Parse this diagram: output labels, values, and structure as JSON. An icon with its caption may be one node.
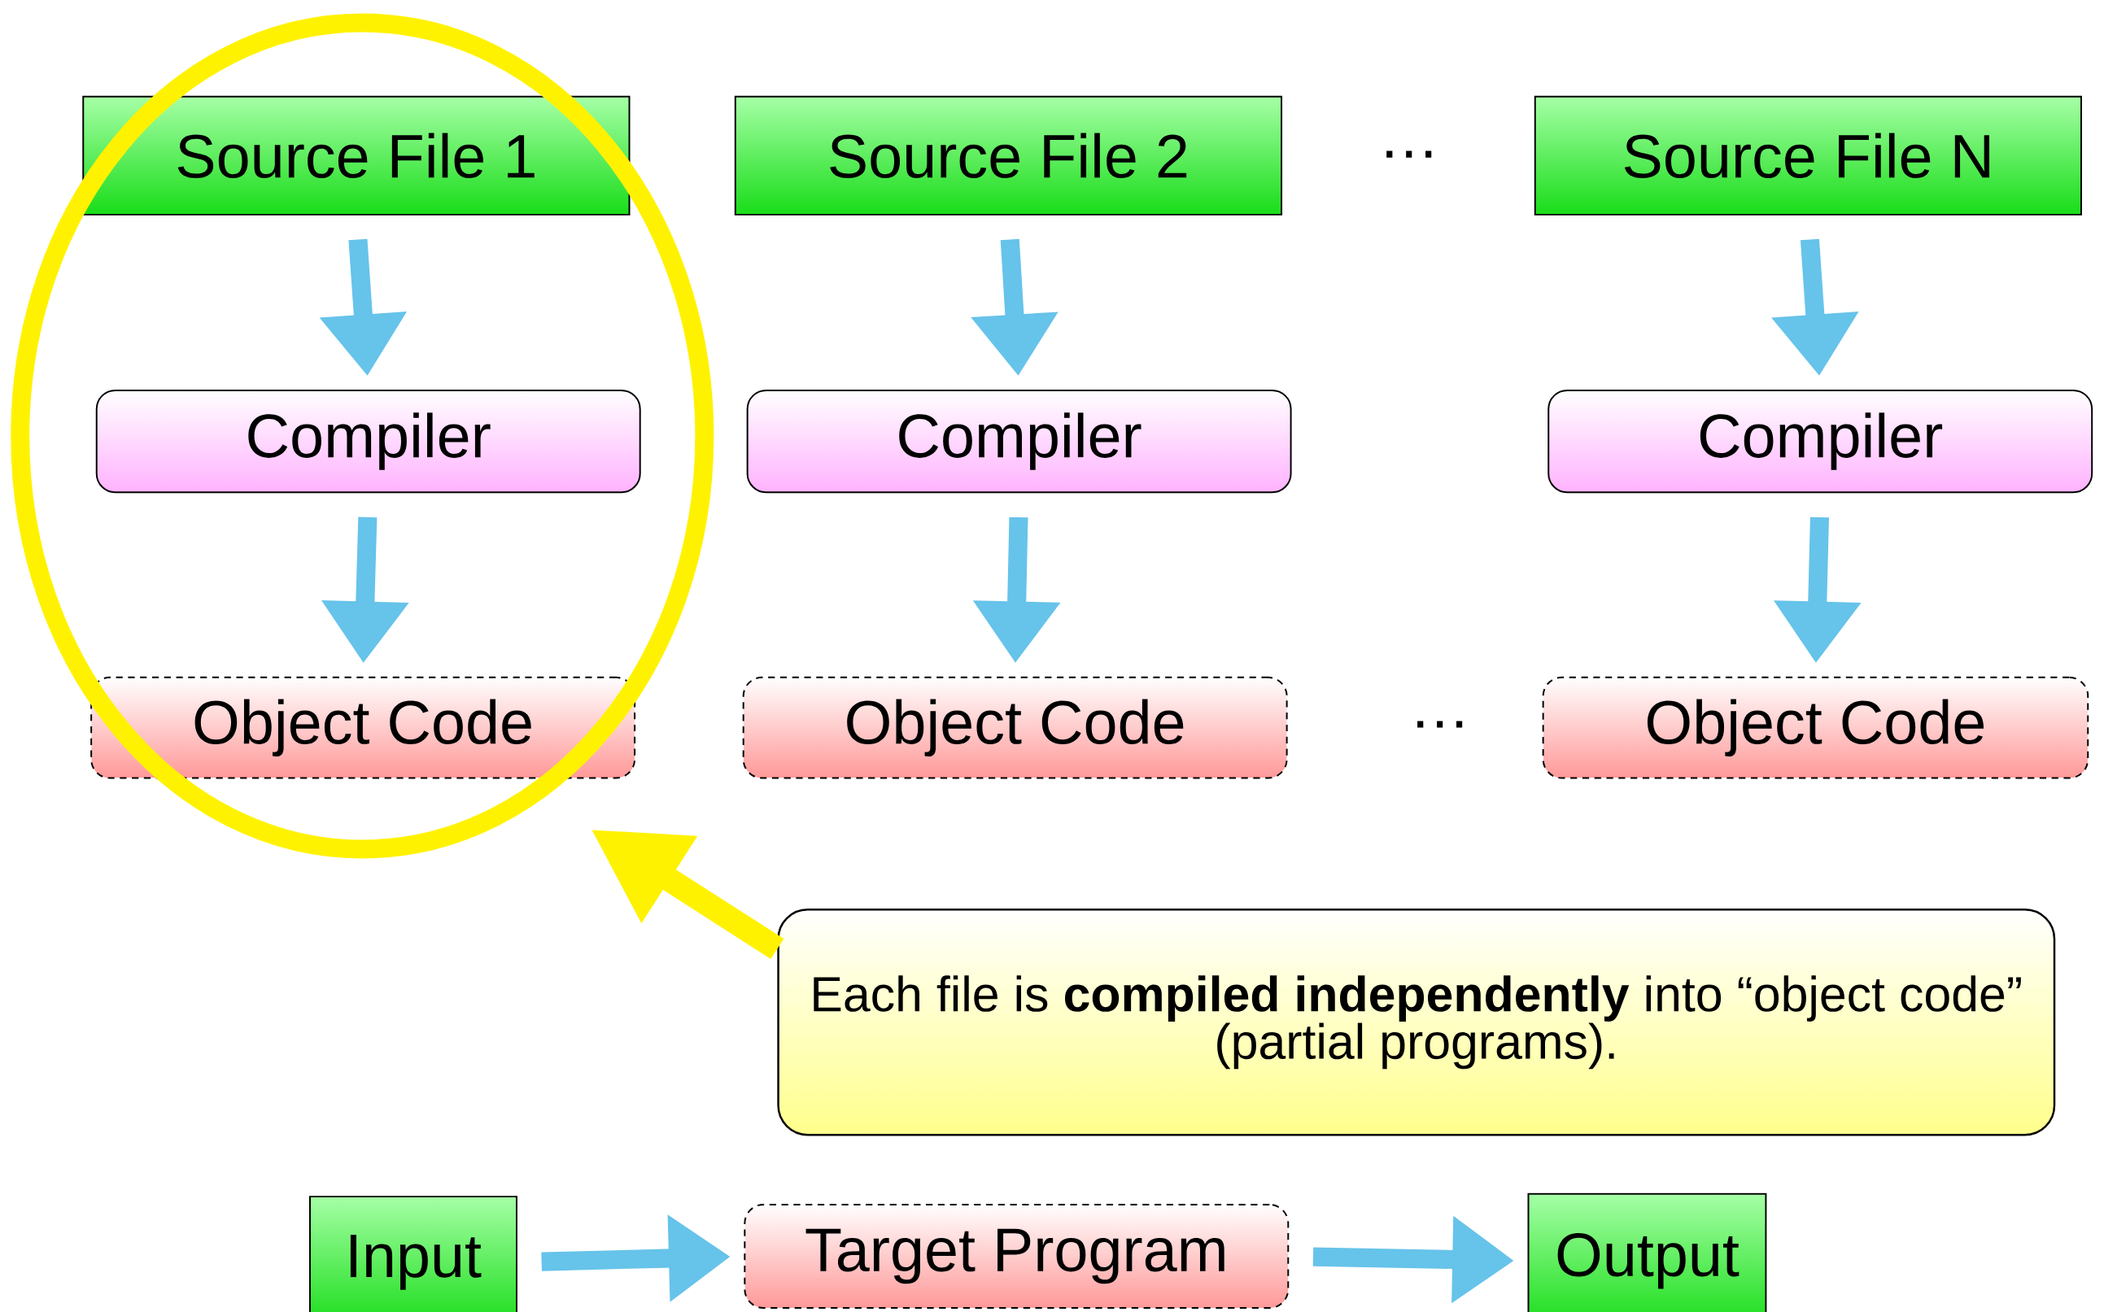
{
  "diagram": {
    "nodes": [
      {
        "text": [
          "Source File 1"
        ]
      },
      {
        "text": [
          "Source File 2"
        ]
      },
      {
        "text": [
          "Source File N"
        ]
      },
      {
        "text": [
          "Compiler"
        ]
      },
      {
        "text": [
          "Compiler"
        ]
      },
      {
        "text": [
          "Compiler"
        ]
      },
      {
        "text": [
          "Object Code"
        ]
      },
      {
        "text": [
          "Object Code"
        ]
      },
      {
        "text": [
          "Object Code"
        ]
      },
      {
        "text": [
          "Each file is **compiled independently** into “object code” (partial programs)."
        ]
      },
      {
        "text": [
          "Input"
        ]
      },
      {
        "text": [
          "Target Program"
        ]
      },
      {
        "text": [
          "Output"
        ]
      }
    ],
    "edges": [
      {
        "from": 0,
        "to": 3,
        "arrow": "to"
      },
      {
        "from": 3,
        "to": 6,
        "arrow": "to"
      },
      {
        "from": 1,
        "to": 4,
        "arrow": "to"
      },
      {
        "from": 4,
        "to": 7,
        "arrow": "to"
      },
      {
        "from": 2,
        "to": 5,
        "arrow": "to"
      },
      {
        "from": 5,
        "to": 8,
        "arrow": "to"
      },
      {
        "from": 10,
        "to": 11,
        "arrow": "to"
      },
      {
        "from": 11,
        "to": 12,
        "arrow": "to"
      },
      {
        "from": 9,
        "to": null,
        "arrow": "to",
        "color": "#fff200"
      }
    ],
    "labels": [
      "…",
      "…"
    ]
  }
}
